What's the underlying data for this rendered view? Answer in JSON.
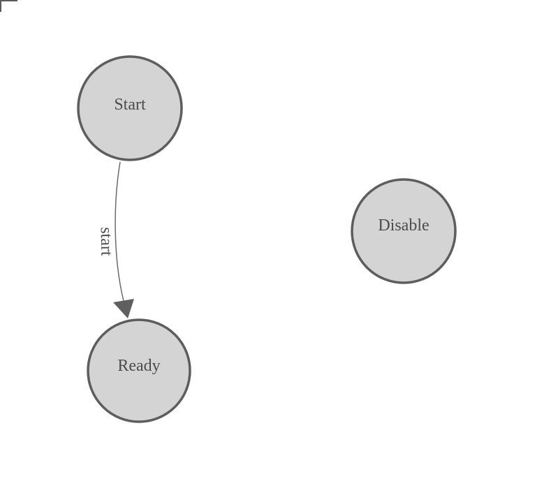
{
  "diagram": {
    "type": "finite-state-machine",
    "nodes": [
      {
        "id": "start",
        "label": "Start"
      },
      {
        "id": "ready",
        "label": "Ready"
      },
      {
        "id": "disable",
        "label": "Disable"
      }
    ],
    "edges": [
      {
        "from": "start",
        "to": "ready",
        "label": "start"
      }
    ],
    "colors": {
      "canvas_background": "#ffffff",
      "node_fill": "#d4d4d4",
      "node_stroke": "#5d5d5d",
      "label_text": "#4c4c4c",
      "edge_stroke": "#6b6b6b",
      "arrowhead_fill": "#5f5f5f",
      "corner_mark": "#5a5a5a"
    }
  }
}
